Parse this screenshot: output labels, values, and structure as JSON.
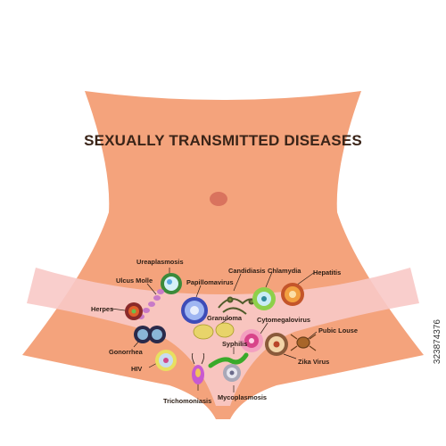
{
  "title": "SEXUALLY TRANSMITTED DISEASES",
  "labels": {
    "ureaplasmosis": "Ureaplasmosis",
    "ulcus_molle": "Ulcus Molle",
    "papillomavirus": "Papillomavirus",
    "candidiasis": "Candidiasis",
    "chlamydia": "Chlamydia",
    "hepatitis": "Hepatitis",
    "herpes": "Herpes",
    "granuloma": "Granuloma",
    "cytomegalovirus": "Cytomegalovirus",
    "pubic_louse": "Pubic Louse",
    "gonorrhea": "Gonorrhea",
    "syphilis": "Syphilis",
    "zika_virus": "Zika Virus",
    "hiv": "HIV",
    "trichomoniasis": "Trichomoniasis",
    "mycoplasmosis": "Mycoplasmosis"
  },
  "stock_id": "323874376",
  "colors": {
    "skin": "#f4a37c",
    "band": "#f8c9c7",
    "navel": "#d9735e",
    "title": "#3a2418"
  }
}
